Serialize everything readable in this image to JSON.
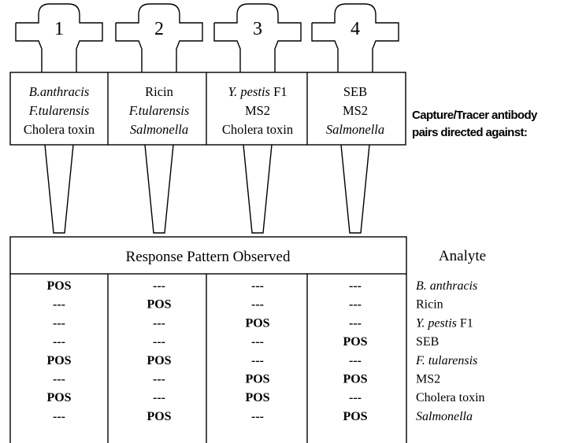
{
  "probes": [
    {
      "number": "1",
      "targets": [
        {
          "name": "B.anthracis",
          "italic": true
        },
        {
          "name": "F.tularensis",
          "italic": true
        },
        {
          "name": "Cholera toxin",
          "italic": false
        }
      ]
    },
    {
      "number": "2",
      "targets": [
        {
          "name": "Ricin",
          "italic": false
        },
        {
          "name": "F.tularensis",
          "italic": true
        },
        {
          "name": "Salmonella",
          "italic": true
        }
      ]
    },
    {
      "number": "3",
      "targets": [
        {
          "name": "Y. pestis",
          "suffix": " F1",
          "italic": true
        },
        {
          "name": "MS2",
          "italic": false
        },
        {
          "name": "Cholera toxin",
          "italic": false
        }
      ]
    },
    {
      "number": "4",
      "targets": [
        {
          "name": "SEB",
          "italic": false
        },
        {
          "name": "MS2",
          "italic": false
        },
        {
          "name": "Salmonella",
          "italic": true
        }
      ]
    }
  ],
  "side_label": [
    "Capture/Tracer antibody",
    "pairs directed against:"
  ],
  "response_header": "Response Pattern Observed",
  "analyte_header": "Analyte",
  "rows": [
    {
      "analyte": "B. anthracis",
      "analyte_italic": true,
      "cells": [
        "POS",
        "---",
        "---",
        "---"
      ]
    },
    {
      "analyte": "Ricin",
      "analyte_italic": false,
      "cells": [
        "---",
        "POS",
        "---",
        "---"
      ]
    },
    {
      "analyte": "Y. pestis",
      "analyte_suffix": " F1",
      "analyte_italic": true,
      "cells": [
        "---",
        "---",
        "POS",
        "---"
      ]
    },
    {
      "analyte": "SEB",
      "analyte_italic": false,
      "cells": [
        "---",
        "---",
        "---",
        "POS"
      ]
    },
    {
      "analyte": "F. tularensis",
      "analyte_italic": true,
      "cells": [
        "POS",
        "POS",
        "---",
        "---"
      ]
    },
    {
      "analyte": "MS2",
      "analyte_italic": false,
      "cells": [
        "---",
        "---",
        "POS",
        "POS"
      ]
    },
    {
      "analyte": "Cholera toxin",
      "analyte_italic": false,
      "cells": [
        "POS",
        "---",
        "POS",
        "---"
      ]
    },
    {
      "analyte": "Salmonella",
      "analyte_italic": true,
      "cells": [
        "---",
        "POS",
        "---",
        "POS"
      ]
    }
  ]
}
